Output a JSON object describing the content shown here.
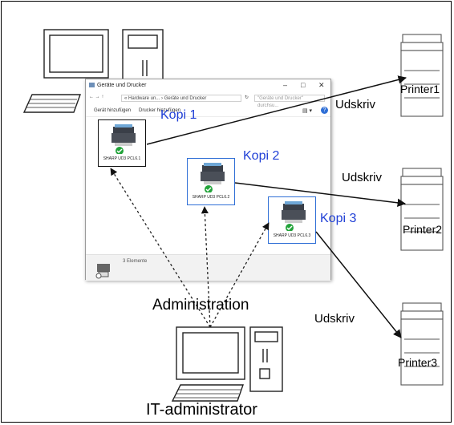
{
  "window": {
    "title": "Geräte und Drucker",
    "breadcrumb": "« Hardware un... › Geräte und Drucker",
    "search_placeholder": "\"Geräte und Drucker\" durchsu...",
    "commands": [
      "Gerät hinzufügen",
      "Drucker hinzufügen"
    ],
    "status": "3 Elemente",
    "printers": [
      {
        "name": "SHARP UD3 PCL6.1",
        "status": "ok"
      },
      {
        "name": "SHARP UD3 PCL6.2",
        "status": "ok"
      },
      {
        "name": "SHARP UD3 PCL6.3",
        "status": "ok"
      }
    ]
  },
  "copies": [
    "Kopi 1",
    "Kopi 2",
    "Kopi 3"
  ],
  "print_labels": [
    "Udskriv",
    "Udskriv",
    "Udskriv"
  ],
  "printers": [
    "Printer1",
    "Printer2",
    "Printer3"
  ],
  "admin_label": "Administration",
  "admin_title": "IT-administrator",
  "colors": {
    "copy_label": "#1f3fd6",
    "status_ok": "#22a33a",
    "selection": "#2f6fd6"
  }
}
